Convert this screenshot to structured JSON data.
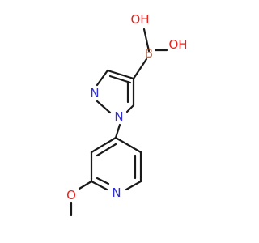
{
  "molecule": {
    "atoms": {
      "boron": {
        "label": "B",
        "color": "#b1735a"
      },
      "oh_left": {
        "label": "OH",
        "color": "#e8231d"
      },
      "oh_right": {
        "label": "OH",
        "color": "#e8231d"
      },
      "pyrazole_n2": {
        "label": "N",
        "color": "#2f2fd8"
      },
      "pyrazole_n1": {
        "label": "N",
        "color": "#2f2fd8"
      },
      "pyridine_n": {
        "label": "N",
        "color": "#2f2fd8"
      },
      "methoxy_o": {
        "label": "O",
        "color": "#e8231d"
      }
    },
    "bond_color": "#1a1a1a"
  }
}
